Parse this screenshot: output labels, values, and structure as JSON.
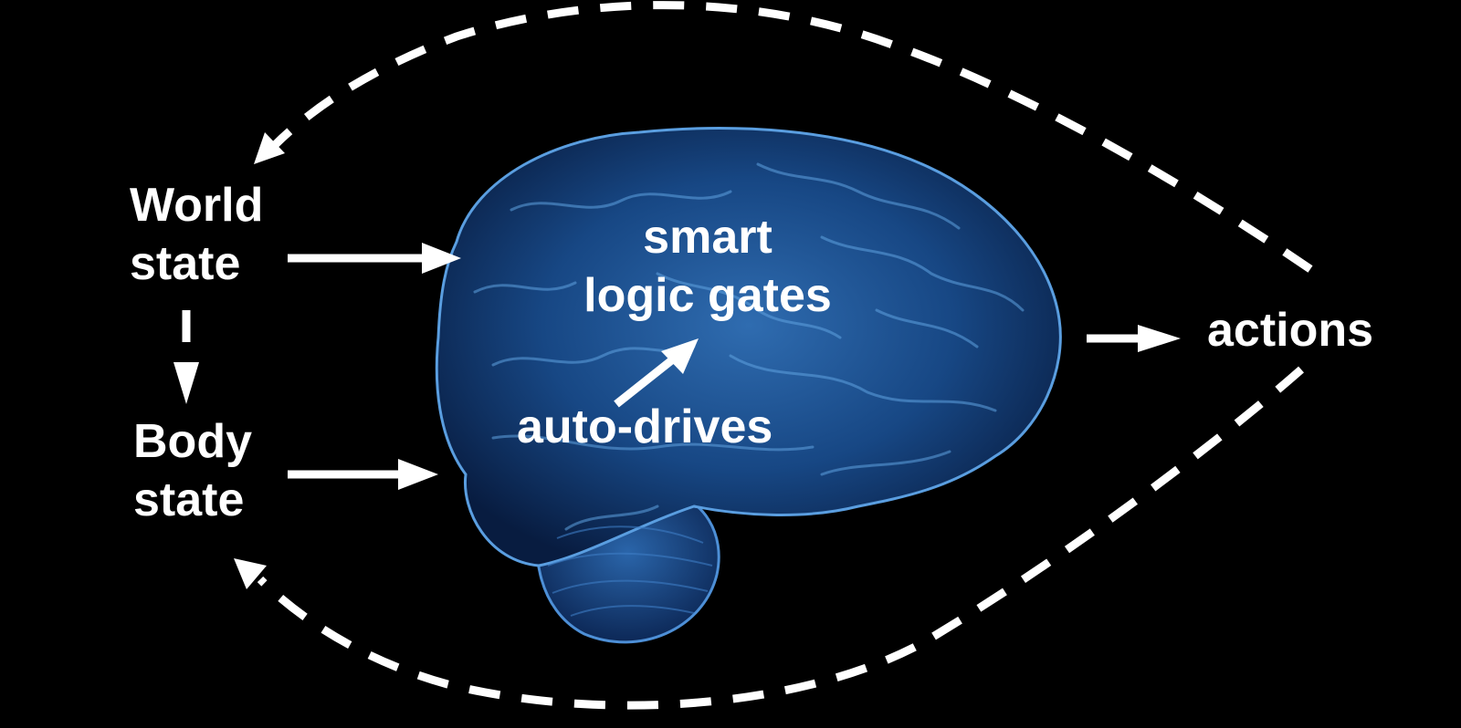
{
  "labels": {
    "world_state": [
      "World",
      "state"
    ],
    "body_state": [
      "Body",
      "state"
    ],
    "brain_center": [
      "smart",
      "logic gates"
    ],
    "auto_drives": "auto-drives",
    "actions": "actions"
  },
  "colors": {
    "background": "#000000",
    "text": "#ffffff",
    "arrow": "#ffffff",
    "brain_dark": "#071a3a",
    "brain_mid": "#1b4f8c",
    "brain_light": "#5fa2e0"
  },
  "icons": {
    "brain": "brain-illustration-icon"
  }
}
